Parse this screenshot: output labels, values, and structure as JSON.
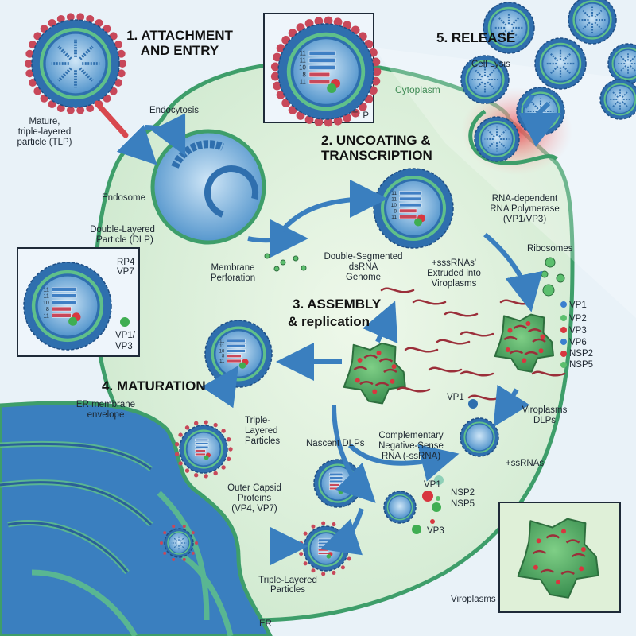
{
  "stages": {
    "attachment": [
      "1. ATTACHMENT",
      "AND ENTRY"
    ],
    "uncoating": [
      "2. UNCOATING &",
      "TRANSCRIPTION"
    ],
    "assembly": [
      "3. ASSEMBLY",
      "& replication"
    ],
    "maturation": "4. MATURATION",
    "release": "5. RELEASE"
  },
  "labels": {
    "mature_tlp": [
      "Mature,",
      "triple-layered",
      "particle (TLP)"
    ],
    "endocytosis": "Endocytosis",
    "endosome": "Endosome",
    "dlp": [
      "Double-Layered",
      "Particle (DLP)"
    ],
    "membrane_perforation": [
      "Membrane",
      "Perforation"
    ],
    "tlp_inset": "TLP",
    "cytoplasm": "Cytoplasm",
    "cell_lysis": "Cell Lysis",
    "rdrp": [
      "RNA-dependent",
      "RNA Polymerase",
      "(VP1/VP3)"
    ],
    "genome": [
      "Double-Segmented",
      "dsRNA",
      "Genome"
    ],
    "ssrnas_extruded": [
      "+sssRNAs'",
      "Extruded into",
      "Viroplasms"
    ],
    "ribosomes": "Ribosomes",
    "viroplasm_proteins": [
      "VP1",
      "VP2",
      "VP3",
      "VP6",
      "NSP2",
      "NSP5"
    ],
    "dlp_inset": [
      "RP4",
      "VP7",
      "VP1/",
      "VP3"
    ],
    "er_membrane": [
      "ER membrane",
      "envelope"
    ],
    "tlp_upper": [
      "Triple-",
      "Layered",
      "Particles"
    ],
    "nascent_dlps": "Nascent DLPs",
    "neg_sense": [
      "Complementary",
      "Negative-Sense",
      "RNA (-ssRNA)"
    ],
    "vp1_mid": "VP1",
    "viroplasm_dlps": [
      "Viroplasms",
      "DLPs"
    ],
    "plus_ssrnas": "+ssRNAs",
    "outer_capsid": [
      "Outer Capsid",
      "Proteins",
      "(VP4, VP7)"
    ],
    "free_proteins": [
      "VP1",
      "NSP2",
      "NSP5",
      "VP3"
    ],
    "tlp_lower": [
      "Triple-Layered",
      "Particles"
    ],
    "viroplasms": "Viroplasms",
    "er": "ER",
    "segment_numbers": [
      "11",
      "11",
      "10",
      "8",
      "11"
    ]
  },
  "colors": {
    "background": "#e9f2f8",
    "cytoplasm": "#d8efd6",
    "membrane": "#3e9e6a",
    "capsid_blue": "#2f6fae",
    "spike_red": "#c8485a",
    "viroplasm_green": "#4da564",
    "rna_red": "#9b2f3a",
    "lysis_red": "#e94a4f"
  }
}
